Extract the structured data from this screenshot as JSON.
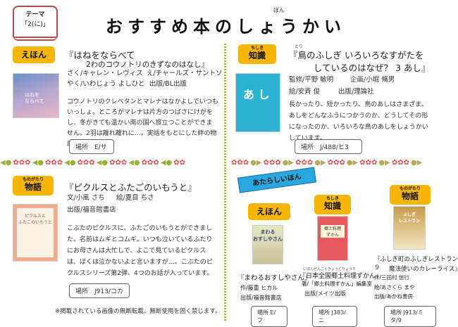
{
  "header": {
    "theme_label": "テーマ",
    "theme_value": "「2(に)」",
    "title": "おすすめ本のしょうかい",
    "title_ruby": "ぼん"
  },
  "sections": {
    "picture_book": {
      "badge": "えほん",
      "title_line1": "『はねをならべて",
      "title_line2": "2わのコウノトリのきずなのはなし』",
      "author": "さく/キャレン・レヴィス",
      "illustrator": "え/チャールズ・サントソ",
      "translator": "やく/いわじょう よしひと",
      "publisher": "出版/BL出版",
      "description": "コウノトリのクレペタンとマレナはなかよしでいつもいっしょ。ところがマレナは片方のつばさにけがをし、冬がきても温かい南の国へ旅立つことができません。2羽は離れ離れに…。実話をもとにした絆の物語。",
      "location": "場所　E/サ"
    },
    "knowledge_book": {
      "badge": "知識",
      "badge_ruby": "ちしき",
      "title_line1": "『鳥のふしぎ いろいろなすがたを",
      "title_line2": "しているのはなぜ？ 3 あし』",
      "title_ruby": "とり",
      "supervisor": "監修/平野 敏明",
      "planner": "企画/小堀 脩男",
      "illustrator": "絵/安斉 俊",
      "publisher": "出版/理論社",
      "description": "長かったり、短かったり、鳥のあしはさまざま。あしをどんなふうにつかうのか、どうしてその形になったのか、いろいろな鳥のあしをしょうかいしています。",
      "location": "場所　J/488/ヒ3"
    },
    "story_book": {
      "badge": "物語",
      "badge_ruby": "ものがたり",
      "title": "『ピクルスとふたごのいもうと』",
      "author": "文/小風 さち",
      "illustrator": "絵/夏目 ちさ",
      "publisher": "出版/福音館書店",
      "description": "こぶたのピクルスに、ふたごのいもうとができました。名前はムギとコムギ。いつも泣いているふたりにお母さんは大忙しで、よこで見ているピクルスは、ぼくは泣かないよと言いますが…。こぶたのピクルスシリーズ第2弾、4つのお話が入っています。",
      "location": "場所　J913/コカ"
    },
    "new_books": {
      "ribbon": "あたらしいほん",
      "items": [
        {
          "badge": "えほん",
          "title": "『まわるおすしやさん』",
          "author": "作/藤重 ヒカル",
          "publisher": "出版/福音館書店",
          "location": "場所 E/フ"
        },
        {
          "badge": "知識",
          "badge_ruby": "ちしき",
          "title_ruby": "にほんぜんこくきょうどりょうり",
          "title": "『日本全国郷土料理ずかん』",
          "author": "著/「郷土料理ずかん」編集室",
          "publisher": "出版/メイツ出版",
          "location": "場所 J383/ニ"
        },
        {
          "badge": "物語",
          "badge_ruby": "ものがたり",
          "title_line1": "『ふしぎ町のふしぎレストラン９",
          "title_line2": "魔法使いのカレーライス』",
          "author": "作/三田村 信行",
          "illustrator": "絵/あさくら まや",
          "publisher": "出版/あかね書房",
          "location": "場所 J913/ミタ/9"
        }
      ]
    }
  },
  "footnote": "※掲載されている画像の無断転載、無断使用を固く禁じます。",
  "colors": {
    "badge": "#f8b600",
    "divider": "#9bbd3c",
    "ribbon": "#29a8e0",
    "theme_border": "#b84a4a"
  }
}
